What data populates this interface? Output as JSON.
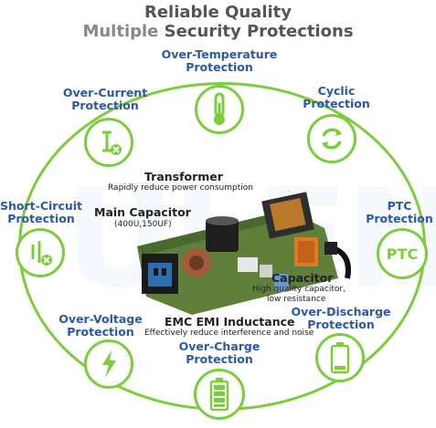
{
  "header": {
    "line1": "Reliable Quality",
    "line2_part1": "Multiple",
    "line2_part2": "Security Protections"
  },
  "protections": {
    "over_temperature": {
      "line1": "Over-Temperature",
      "line2": "Protection",
      "icon": "thermometer-icon"
    },
    "over_current": {
      "line1": "Over-Current",
      "line2": "Protection",
      "icon": "current-x-icon"
    },
    "cyclic": {
      "line1": "Cyclic",
      "line2": "Protection",
      "icon": "cycle-arrows-icon"
    },
    "short_circuit": {
      "line1": "Short-Circuit",
      "line2": "Protection",
      "icon": "short-circuit-icon"
    },
    "ptc": {
      "line1": "PTC",
      "line2": "Protection",
      "icon": "ptc-icon",
      "icon_text": "PTC"
    },
    "over_voltage": {
      "line1": "Over-Voltage",
      "line2": "Protection",
      "icon": "lightning-icon"
    },
    "over_discharge": {
      "line1": "Over-Discharge",
      "line2": "Protection",
      "icon": "low-battery-icon"
    },
    "over_charge": {
      "line1": "Over-Charge",
      "line2": "Protection",
      "icon": "full-battery-icon"
    }
  },
  "components": {
    "transformer": {
      "title": "Transformer",
      "desc": "Rapidly reduce power consumption"
    },
    "main_capacitor": {
      "title": "Main Capacitor",
      "desc": "(400U,150UF)"
    },
    "capacitor": {
      "title": "Capacitor",
      "desc1": "High quality capacitor,",
      "desc2": "low resistance"
    },
    "emc": {
      "title": "EMC EMI Inductance",
      "desc": "Effectively reduce interference and noise"
    }
  },
  "colors": {
    "accent_green": "#7ccd3c",
    "label_blue": "#2b57b0",
    "header_gray": "#555555"
  }
}
